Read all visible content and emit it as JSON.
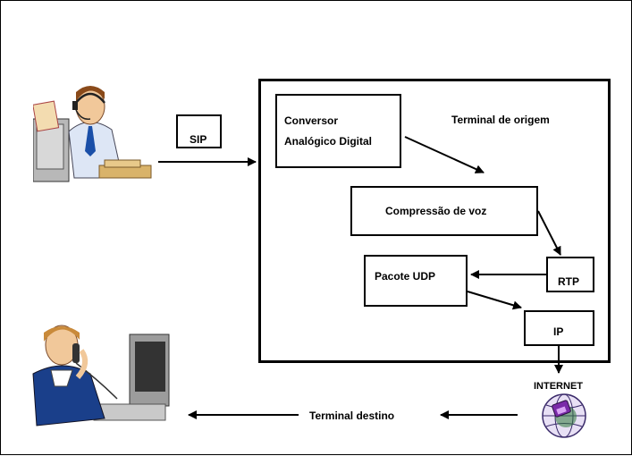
{
  "diagram": {
    "sip": "SIP",
    "converter_line1": "Conversor",
    "converter_line2": "Analógico Digital",
    "terminal_origin": "Terminal de origem",
    "voice_compression": "Compressão de voz",
    "rtp": "RTP",
    "udp_packet": "Pacote UDP",
    "ip": "IP",
    "internet": "INTERNET",
    "terminal_destination": "Terminal destino"
  },
  "icons": {
    "caller": "person-with-headset-at-computer-icon",
    "receiver": "person-on-phone-at-computer-icon",
    "internet": "globe-network-icon"
  }
}
